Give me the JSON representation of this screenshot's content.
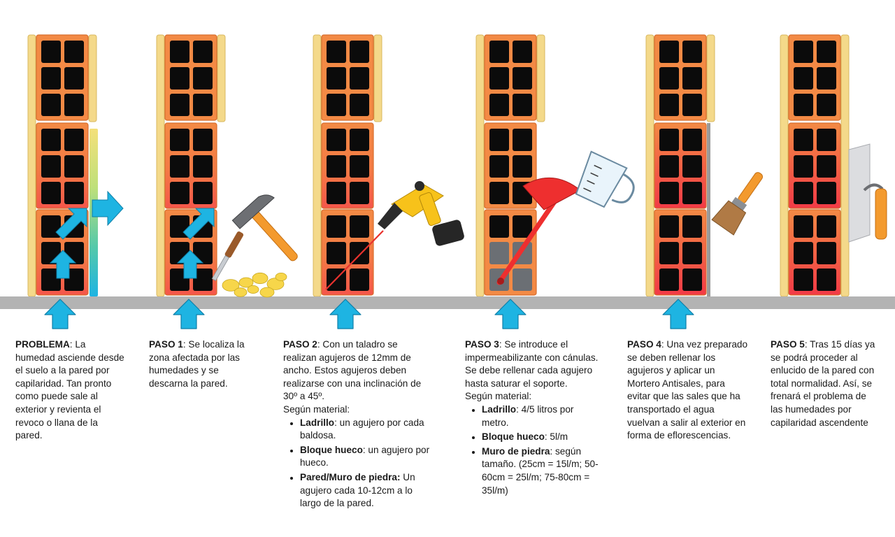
{
  "colors": {
    "brick": "#f38a45",
    "brick_damp": "#f4564a",
    "hole": "#0b0b0b",
    "plaster": "#f4d98a",
    "ground": "#b3b3b3",
    "arrow": "#1eb4e2",
    "filled_hole": "#6b6f74",
    "drill_body": "#f7c21a",
    "funnel": "#ee2f2f",
    "hammer_handle": "#f39a2e"
  },
  "icons": [
    "arrow-up-icon",
    "arrow-diagonal-icon",
    "arrow-right-icon",
    "hammer-icon",
    "chisel-icon",
    "debris-icon",
    "drill-icon",
    "laser-line-icon",
    "funnel-icon",
    "measuring-jug-icon",
    "brush-icon",
    "trowel-icon"
  ],
  "steps": [
    {
      "title": "PROBLEMA",
      "body": ": La humedad asciende desde el suelo a la pared por capilaridad. Tan pronto como puede sale al exterior y revienta el revoco o llana de la pared."
    },
    {
      "title": "PASO 1",
      "body": ": Se localiza la zona afectada por las humedades y se descarna la pared."
    },
    {
      "title": "PASO 2",
      "body": ": Con un taladro se realizan agujeros de 12mm de ancho. Estos agujeros deben realizarse con una inclinación de 30º a 45º.",
      "sub": "Según material:",
      "items": [
        {
          "k": "Ladrillo",
          "v": ": un agujero por cada baldosa."
        },
        {
          "k": "Bloque hueco",
          "v": ": un agujero por hueco."
        },
        {
          "k": "Pared/Muro de piedra:",
          "v": " Un agujero cada 10-12cm a lo largo de la pared."
        }
      ]
    },
    {
      "title": "PASO 3",
      "body": ": Se introduce el impermeabilizante con cánulas. Se debe rellenar cada agujero hasta saturar el soporte.",
      "sub": "Según material:",
      "items": [
        {
          "k": "Ladrillo",
          "v": ": 4/5 litros por metro."
        },
        {
          "k": "Bloque hueco",
          "v": ": 5l/m"
        },
        {
          "k": "Muro de piedra",
          "v": ": según tamaño. (25cm = 15l/m; 50-60cm = 25l/m; 75-80cm = 35l/m)"
        }
      ]
    },
    {
      "title": "PASO 4",
      "body": ": Una vez preparado se deben rellenar los agujeros y aplicar un Mortero Antisales, para evitar que las sales que ha transportado el agua vuelvan a salir al exterior en forma de eflorescencias."
    },
    {
      "title": "PASO 5",
      "body": ": Tras 15 días ya se podrá proceder al enlucido de la pared con total normalidad. Así, se frenará el problema de las humedades por capilaridad ascendente"
    }
  ]
}
